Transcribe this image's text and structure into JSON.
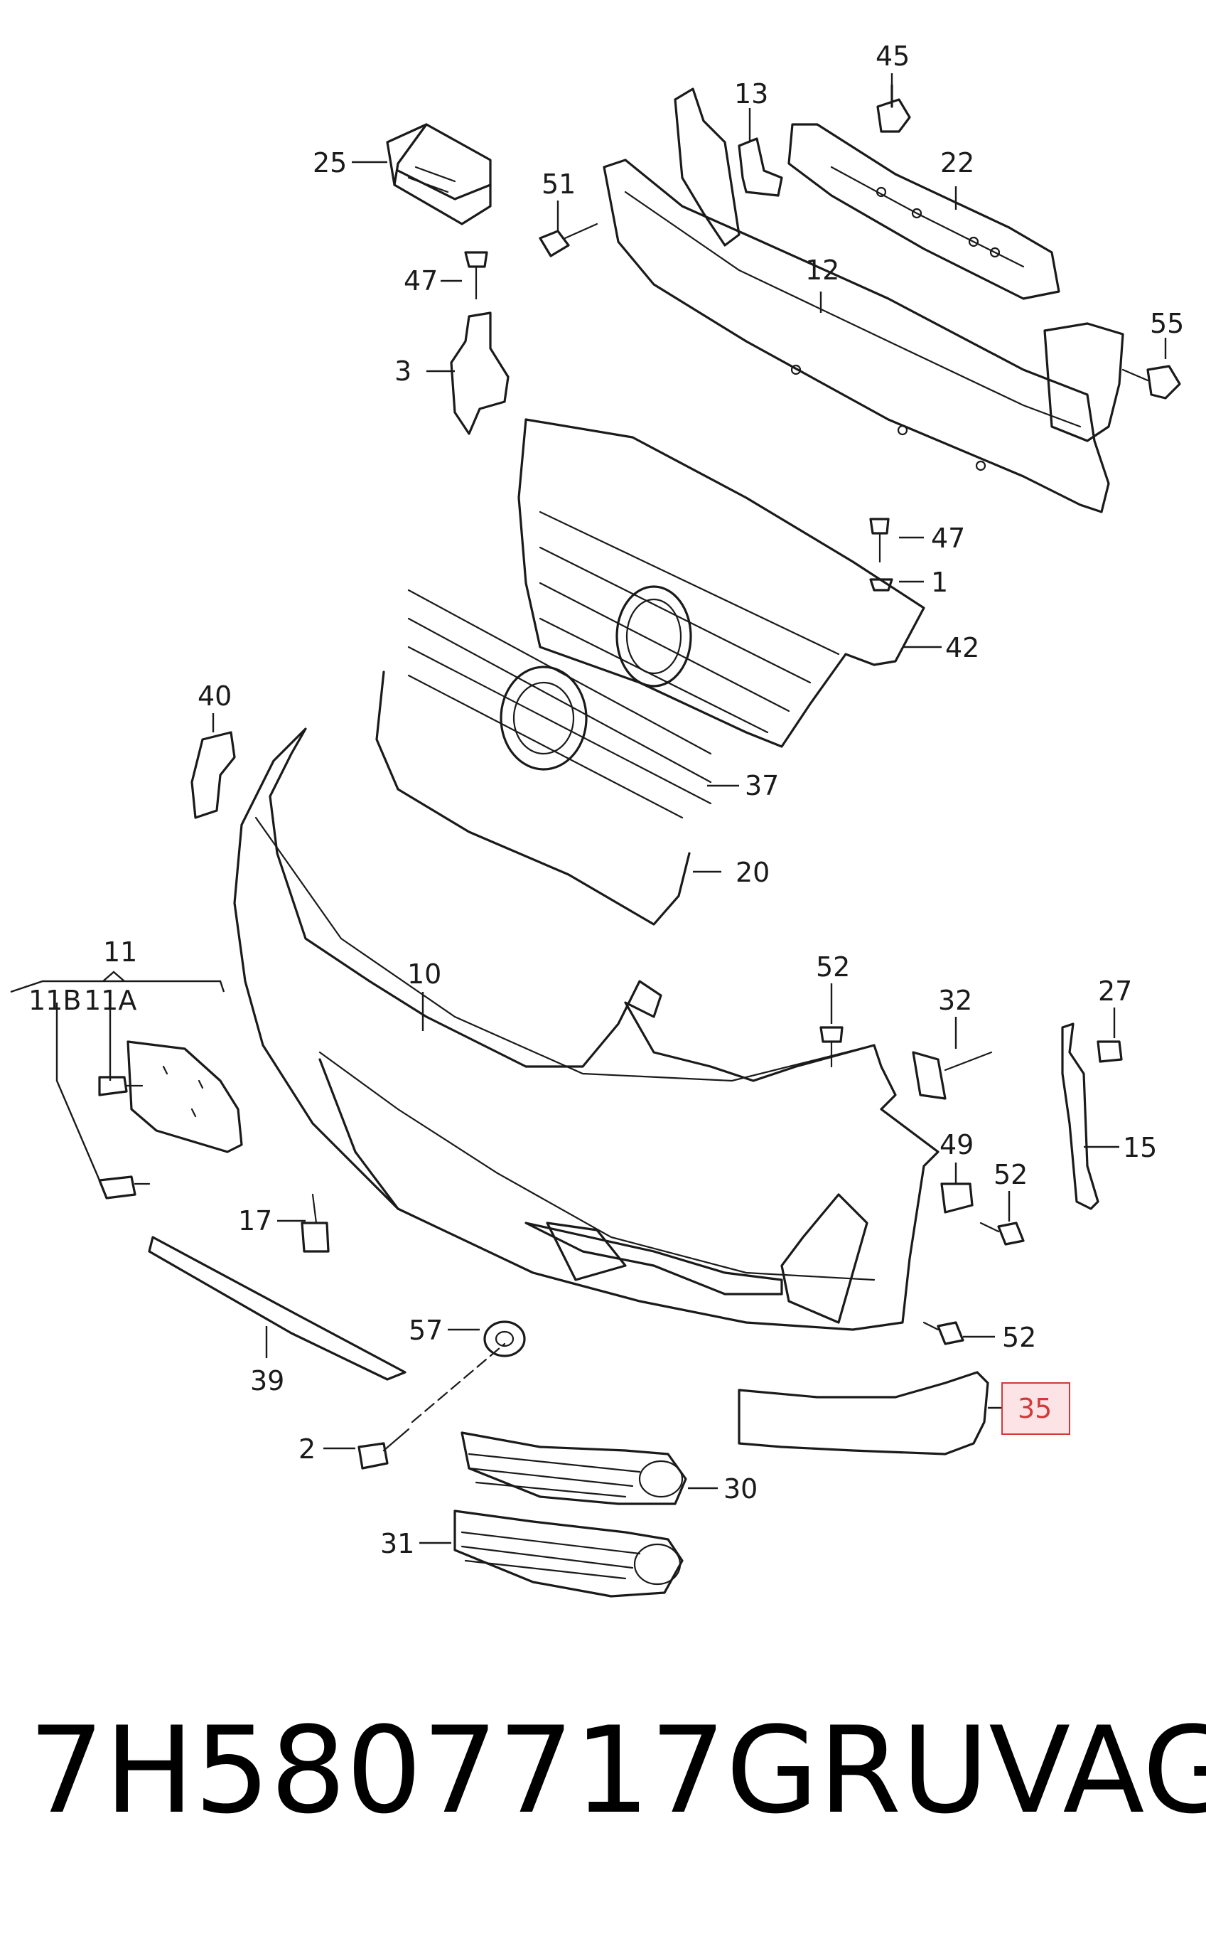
{
  "footer": {
    "part_number": "7H5807717GRU",
    "brand": "VAG"
  },
  "highlight_color": "#d23a3a",
  "highlight_fill": "#fbe3e6",
  "callouts": {
    "c45": "45",
    "c13": "13",
    "c25": "25",
    "c51": "51",
    "c22": "22",
    "c12": "12",
    "c47a": "47",
    "c55": "55",
    "c3": "3",
    "c47b": "47",
    "c1": "1",
    "c42": "42",
    "c40": "40",
    "c37": "37",
    "c20": "20",
    "c11": "11",
    "c11b": "11B",
    "c11a": "11A",
    "c10": "10",
    "c52a": "52",
    "c32": "32",
    "c27": "27",
    "c15": "15",
    "c49": "49",
    "c52b": "52",
    "c17": "17",
    "c57": "57",
    "c52c": "52",
    "c39": "39",
    "c35": "35",
    "c2": "2",
    "c30": "30",
    "c31": "31"
  }
}
